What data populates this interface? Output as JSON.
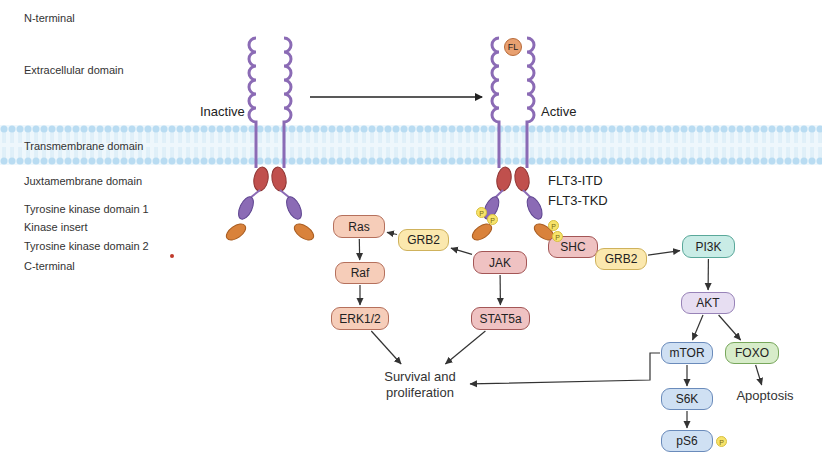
{
  "diagram": {
    "nodes": [
      {
        "text": [
          "FL"
        ]
      },
      {
        "text": [
          "Ras"
        ]
      },
      {
        "text": [
          "GRB2"
        ]
      },
      {
        "text": [
          "Raf"
        ]
      },
      {
        "text": [
          "ERK1/2"
        ]
      },
      {
        "text": [
          "JAK"
        ]
      },
      {
        "text": [
          "STAT5a"
        ]
      },
      {
        "text": [
          "Survival and proliferation"
        ]
      },
      {
        "text": [
          "SHC"
        ]
      },
      {
        "text": [
          "GRB2"
        ]
      },
      {
        "text": [
          "PI3K"
        ]
      },
      {
        "text": [
          "AKT"
        ]
      },
      {
        "text": [
          "mTOR"
        ]
      },
      {
        "text": [
          "FOXO"
        ]
      },
      {
        "text": [
          "Apoptosis"
        ]
      },
      {
        "text": [
          "S6K"
        ]
      },
      {
        "text": [
          "pS6"
        ]
      }
    ],
    "edges": [
      {
        "from": 5,
        "to": 2,
        "arrow": "to"
      },
      {
        "from": 2,
        "to": 1,
        "arrow": "to"
      },
      {
        "from": 1,
        "to": 3,
        "arrow": "to"
      },
      {
        "from": 3,
        "to": 4,
        "arrow": "to"
      },
      {
        "from": 5,
        "to": 6,
        "arrow": "to"
      },
      {
        "from": 4,
        "to": 7,
        "arrow": "to"
      },
      {
        "from": 6,
        "to": 7,
        "arrow": "to"
      },
      {
        "from": 9,
        "to": 10,
        "arrow": "to"
      },
      {
        "from": 10,
        "to": 11,
        "arrow": "to"
      },
      {
        "from": 11,
        "to": 12,
        "arrow": "to"
      },
      {
        "from": 11,
        "to": 13,
        "arrow": "to"
      },
      {
        "from": 12,
        "to": 15,
        "arrow": "to"
      },
      {
        "from": 15,
        "to": 16,
        "arrow": "to"
      },
      {
        "from": 13,
        "to": 14,
        "arrow": "to"
      },
      {
        "from": 12,
        "to": 7,
        "arrow": "to"
      }
    ],
    "labels": [
      "N-terminal",
      "Extracellular domain",
      "Transmembrane domain",
      "Juxtamembrane domain",
      "Tyrosine kinase domain 1",
      "Kinase insert",
      "Tyrosine kinase domain 2",
      "C-terminal",
      "Inactive",
      "Active",
      "FLT3-ITD",
      "FLT3-TKD",
      "P",
      "P",
      "P",
      "P",
      "P"
    ]
  }
}
